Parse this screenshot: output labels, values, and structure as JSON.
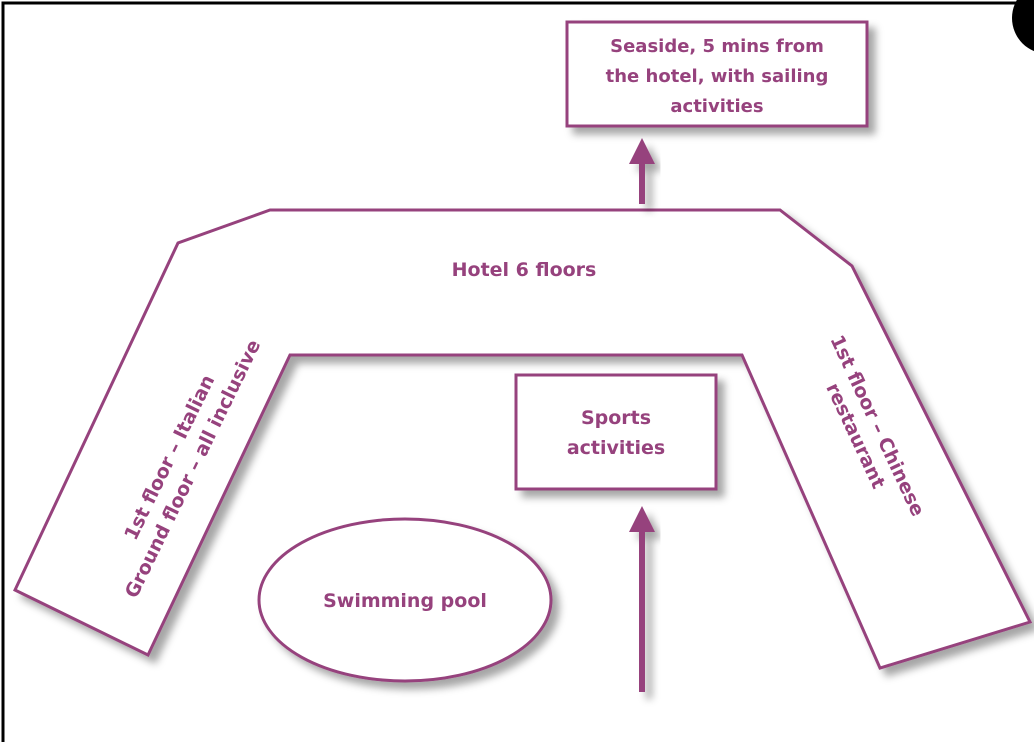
{
  "colors": {
    "accent": "#96427d",
    "shadow": "#b8b8b8",
    "border": "#000000",
    "background": "#ffffff"
  },
  "seaside_box": {
    "line1": "Seaside, 5 mins from",
    "line2": "the hotel, with sailing",
    "line3": "activities"
  },
  "hotel": {
    "title": "Hotel 6 floors",
    "left_wing_line1": "1st floor – Italian",
    "left_wing_line2": "Ground floor – all inclusive",
    "right_wing_line1": "1st floor – Chinese",
    "right_wing_line2": "restaurant"
  },
  "sports_box": {
    "line1": "Sports",
    "line2": "activities"
  },
  "pool": {
    "label": "Swimming pool"
  }
}
